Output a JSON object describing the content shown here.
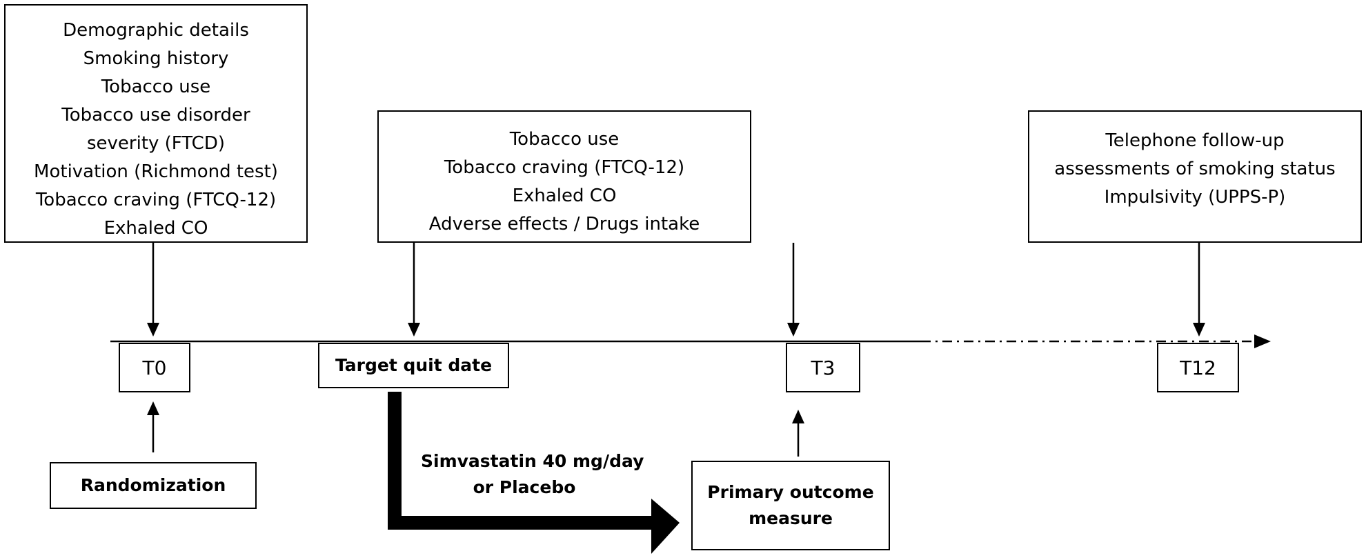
{
  "baseline_box": {
    "lines": [
      "Demographic details",
      "Smoking history",
      "Tobacco use",
      "Tobacco use disorder",
      "severity (FTCD)",
      "Motivation (Richmond test)",
      "Tobacco craving (FTCQ-12)",
      "Exhaled CO"
    ]
  },
  "midpoint_box": {
    "lines": [
      "Tobacco use",
      "Tobacco craving (FTCQ-12)",
      "Exhaled CO",
      "Adverse effects / Drugs intake"
    ]
  },
  "followup_box": {
    "lines": [
      "Telephone follow-up",
      "assessments of smoking status",
      "Impulsivity (UPPS-P)"
    ]
  },
  "timeline": {
    "t0": "T0",
    "target_quit_date": "Target quit date",
    "t3": "T3",
    "t12": "T12"
  },
  "randomization": "Randomization",
  "treatment": {
    "lines": [
      "Simvastatin 40 mg/day",
      "or Placebo"
    ]
  },
  "primary_outcome": {
    "lines": [
      "Primary outcome",
      "measure"
    ]
  }
}
